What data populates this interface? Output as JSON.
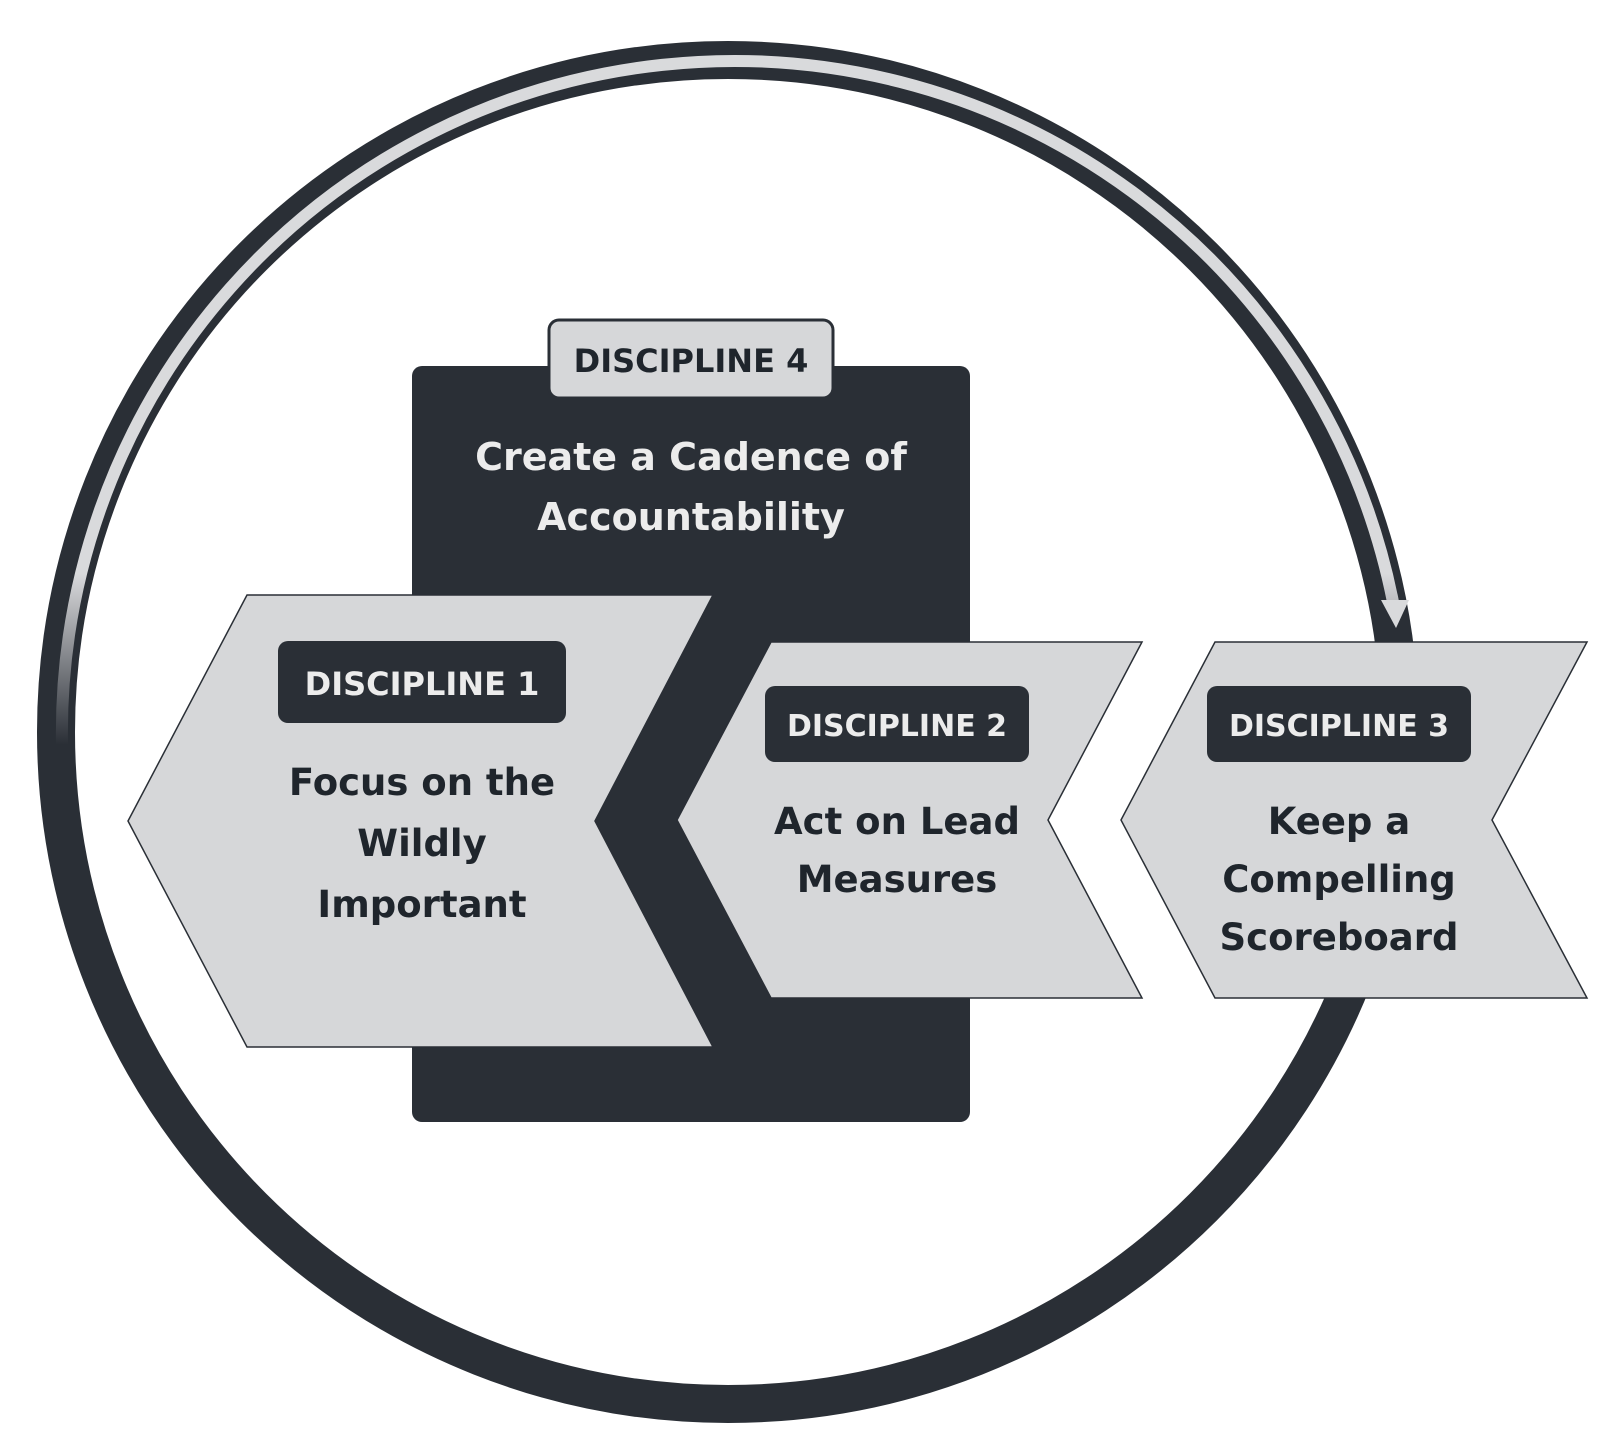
{
  "colors": {
    "dark": "#2a2f36",
    "light": "#d6d7d9",
    "ring_highlight": "#d9dadc",
    "background": "#ffffff",
    "dark_text": "#1f252c",
    "light_text": "#ececec"
  },
  "disciplines": [
    {
      "badge": "DISCIPLINE 1",
      "lines": [
        "Focus on the",
        "Wildly",
        "Important"
      ]
    },
    {
      "badge": "DISCIPLINE 2",
      "lines": [
        "Act on Lead",
        "Measures"
      ]
    },
    {
      "badge": "DISCIPLINE 3",
      "lines": [
        "Keep a",
        "Compelling",
        "Scoreboard"
      ]
    },
    {
      "badge": "DISCIPLINE 4",
      "lines": [
        "Create a Cadence of",
        "Accountability"
      ]
    }
  ]
}
